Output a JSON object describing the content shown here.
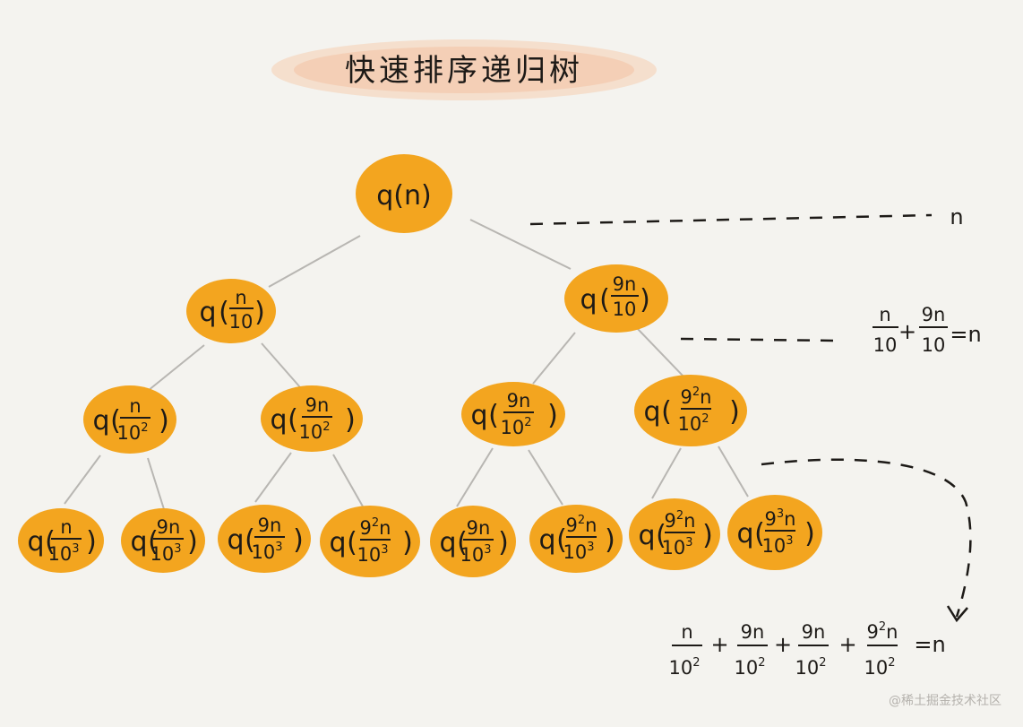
{
  "title": "快速排序递归树",
  "root": "q(n)",
  "level1": {
    "left": {
      "fn": "q",
      "num": "n",
      "den": "10"
    },
    "right": {
      "fn": "q",
      "num": "9n",
      "den": "10"
    }
  },
  "level2": [
    {
      "fn": "q",
      "num": "n",
      "den": "10",
      "den_exp": "2"
    },
    {
      "fn": "q",
      "num": "9n",
      "den": "10",
      "den_exp": "2"
    },
    {
      "fn": "q",
      "num": "9n",
      "den": "10",
      "den_exp": "2"
    },
    {
      "fn": "q",
      "num_base": "9",
      "num_exp": "2",
      "num_tail": "n",
      "den": "10",
      "den_exp": "2"
    }
  ],
  "level3": [
    {
      "fn": "q",
      "num": "n",
      "den": "10",
      "den_exp": "3"
    },
    {
      "fn": "q",
      "num": "9n",
      "den": "10",
      "den_exp": "3"
    },
    {
      "fn": "q",
      "num": "9n",
      "den": "10",
      "den_exp": "3"
    },
    {
      "fn": "q",
      "num_base": "9",
      "num_exp": "2",
      "num_tail": "n",
      "den": "10",
      "den_exp": "3"
    },
    {
      "fn": "q",
      "num": "9n",
      "den": "10",
      "den_exp": "3"
    },
    {
      "fn": "q",
      "num_base": "9",
      "num_exp": "2",
      "num_tail": "n",
      "den": "10",
      "den_exp": "3"
    },
    {
      "fn": "q",
      "num_base": "9",
      "num_exp": "2",
      "num_tail": "n",
      "den": "10",
      "den_exp": "3"
    },
    {
      "fn": "q",
      "num_base": "9",
      "num_exp": "3",
      "num_tail": "n",
      "den": "10",
      "den_exp": "3"
    }
  ],
  "level_sums": {
    "level0": "n",
    "level1": {
      "t1_num": "n",
      "t1_den": "10",
      "plus": "+",
      "t2_num": "9n",
      "t2_den": "10",
      "eq": "=n"
    },
    "level2": {
      "terms": [
        {
          "num": "n",
          "den": "10",
          "den_exp": "2"
        },
        {
          "num": "9n",
          "den": "10",
          "den_exp": "2"
        },
        {
          "num": "9n",
          "den": "10",
          "den_exp": "2"
        },
        {
          "num_base": "9",
          "num_exp": "2",
          "num_tail": "n",
          "den": "10",
          "den_exp": "2"
        }
      ],
      "plus": "+",
      "eq": "=n"
    }
  },
  "watermark": "@稀土掘金技术社区",
  "colors": {
    "node": "#f3a51f",
    "edge": "#b8b6b2",
    "title_bg": "#f6cdb0",
    "ink": "#1d1a17"
  }
}
